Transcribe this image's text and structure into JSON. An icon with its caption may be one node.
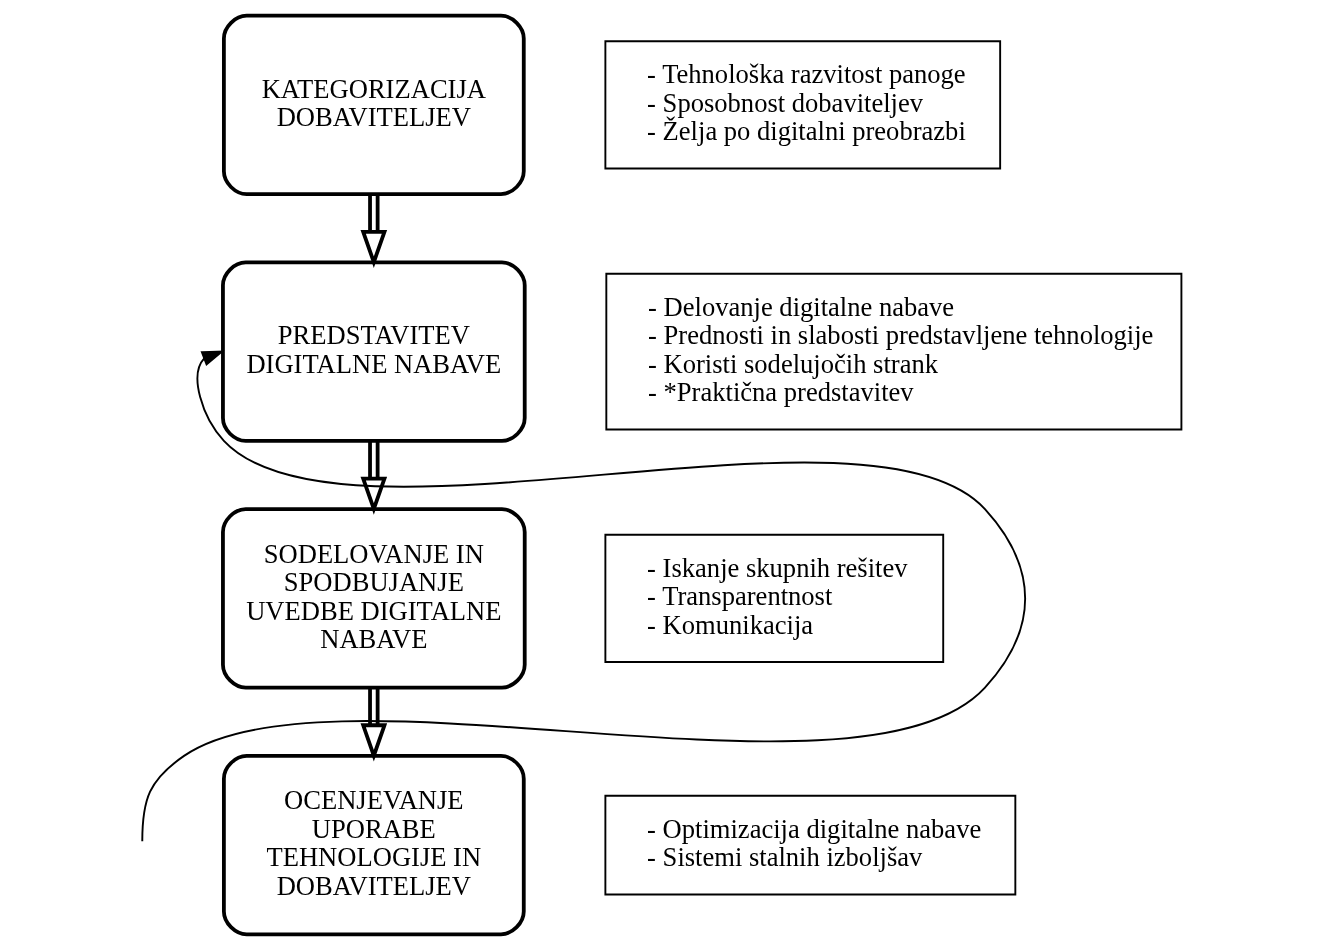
{
  "diagram": {
    "nodes": [
      {
        "text": [
          "KATEGORIZACIJA DOBAVITELJEV"
        ]
      },
      {
        "text": [
          "- Tehnološka razvitost panoge",
          "- Sposobnost dobaviteljev",
          "- Želja po digitalni preobrazbi"
        ]
      },
      {
        "text": [
          "PREDSTAVITEV DIGITALNE NABAVE"
        ]
      },
      {
        "text": [
          "- Delovanje digitalne nabave",
          "- Prednosti in slabosti predstavljene tehnologije",
          "- Koristi sodelujočih strank",
          "- *Praktična predstavitev"
        ]
      },
      {
        "text": [
          "SODELOVANJE IN SPODBUJANJE UVEDBE DIGITALNE NABAVE"
        ]
      },
      {
        "text": [
          "- Iskanje skupnih rešitev",
          "- Transparentnost",
          "- Komunikacija"
        ]
      },
      {
        "text": [
          "OCENJEVANJE UPORABE TEHNOLOGIJE IN DOBAVITELJEV"
        ]
      },
      {
        "text": [
          "- Optimizacija digitalne nabave",
          "- Sistemi stalnih izboljšav"
        ]
      }
    ],
    "edges": [
      {
        "from": 0,
        "to": 2,
        "arrow": "to"
      },
      {
        "from": 2,
        "to": 4,
        "arrow": "to"
      },
      {
        "from": 4,
        "to": 6,
        "arrow": "to"
      },
      {
        "from": null,
        "to": 2,
        "arrow": "to"
      }
    ]
  }
}
